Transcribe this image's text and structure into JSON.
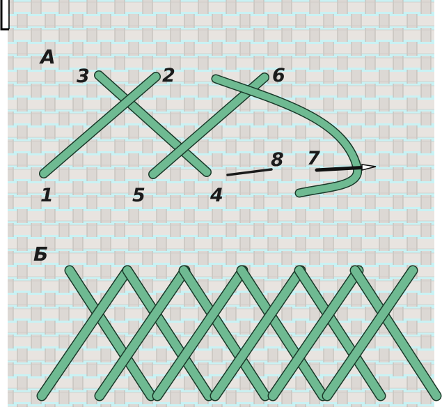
{
  "sections": {
    "a": {
      "label": "А"
    },
    "b": {
      "label": "Б"
    }
  },
  "points": [
    {
      "id": "p1",
      "label": "1"
    },
    {
      "id": "p2",
      "label": "2"
    },
    {
      "id": "p3",
      "label": "3"
    },
    {
      "id": "p4",
      "label": "4"
    },
    {
      "id": "p5",
      "label": "5"
    },
    {
      "id": "p6",
      "label": "6"
    },
    {
      "id": "p7",
      "label": "7"
    },
    {
      "id": "p8",
      "label": "8"
    }
  ],
  "colors": {
    "thread": "#6fba92",
    "thread_outline": "#1a3a2a",
    "fabric": "#e6e2de",
    "fabric_gap": "#c9f2f4",
    "needle": "#222222"
  }
}
